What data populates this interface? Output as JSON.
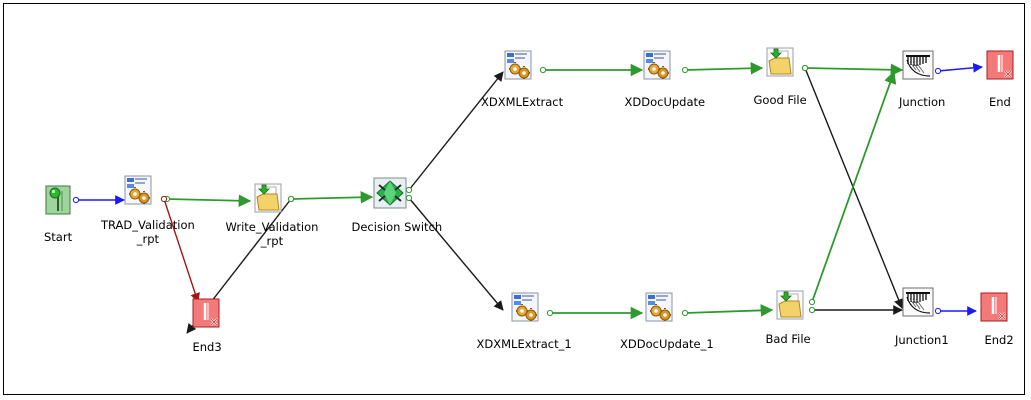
{
  "nodes": [
    {
      "id": "start",
      "type": "start",
      "label": "Start"
    },
    {
      "id": "trad",
      "type": "task",
      "label": "TRAD_Validation\n_rpt"
    },
    {
      "id": "writeval",
      "type": "file",
      "label": "Write_Validation\n_rpt"
    },
    {
      "id": "decision",
      "type": "switch",
      "label": "Decision Switch"
    },
    {
      "id": "end3",
      "type": "end",
      "label": "End3"
    },
    {
      "id": "xdx",
      "type": "task",
      "label": "XDXMLExtract"
    },
    {
      "id": "xdd",
      "type": "task",
      "label": "XDDocUpdate"
    },
    {
      "id": "good",
      "type": "file",
      "label": "Good File"
    },
    {
      "id": "junction",
      "type": "junction",
      "label": "Junction"
    },
    {
      "id": "end",
      "type": "end",
      "label": "End"
    },
    {
      "id": "xdx1",
      "type": "task",
      "label": "XDXMLExtract_1"
    },
    {
      "id": "xdd1",
      "type": "task",
      "label": "XDDocUpdate_1"
    },
    {
      "id": "bad",
      "type": "file",
      "label": "Bad File"
    },
    {
      "id": "junction1",
      "type": "junction",
      "label": "Junction1"
    },
    {
      "id": "end2",
      "type": "end",
      "label": "End2"
    }
  ],
  "links": [
    {
      "from": "start",
      "to": "trad",
      "kind": "normal"
    },
    {
      "from": "trad",
      "to": "writeval",
      "kind": "success"
    },
    {
      "from": "trad",
      "to": "end3",
      "kind": "failure"
    },
    {
      "from": "writeval",
      "to": "end3",
      "kind": "plain"
    },
    {
      "from": "writeval",
      "to": "decision",
      "kind": "success"
    },
    {
      "from": "decision",
      "to": "xdx",
      "kind": "plain"
    },
    {
      "from": "decision",
      "to": "xdx1",
      "kind": "plain"
    },
    {
      "from": "xdx",
      "to": "xdd",
      "kind": "success"
    },
    {
      "from": "xdd",
      "to": "good",
      "kind": "success"
    },
    {
      "from": "good",
      "to": "junction",
      "kind": "success"
    },
    {
      "from": "good",
      "to": "junction1",
      "kind": "plain"
    },
    {
      "from": "junction",
      "to": "end",
      "kind": "normal"
    },
    {
      "from": "xdx1",
      "to": "xdd1",
      "kind": "success"
    },
    {
      "from": "xdd1",
      "to": "bad",
      "kind": "success"
    },
    {
      "from": "bad",
      "to": "junction",
      "kind": "success"
    },
    {
      "from": "bad",
      "to": "junction1",
      "kind": "plain"
    },
    {
      "from": "junction1",
      "to": "end2",
      "kind": "normal"
    }
  ],
  "colors": {
    "normal": "#1a1aff",
    "success": "#2e9a2e",
    "failure": "#a01818",
    "plain": "#1a1a1a",
    "end_fill": "#f47a7a",
    "start_fill": "#9fd49f"
  }
}
